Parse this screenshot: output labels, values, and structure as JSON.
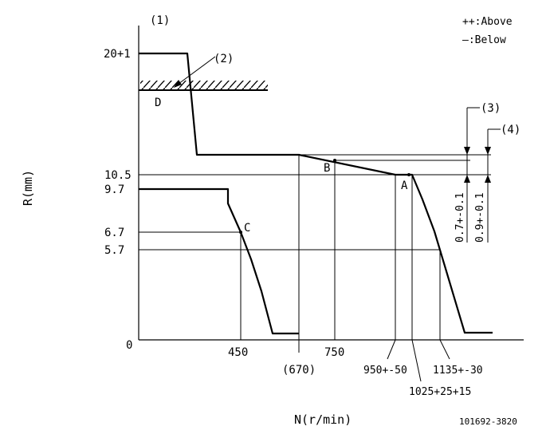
{
  "diagram": {
    "ref_1": "(1)",
    "ref_2": "(2)",
    "ref_3": "(3)",
    "ref_4": "(4)",
    "legend_above": "++:Above",
    "legend_below": "—:Below",
    "y_axis_label": "R(mm)",
    "x_axis_label": "N(r/min)",
    "drawing_number": "101692-3820",
    "y_ticks": [
      "20+1",
      "10.5",
      "9.7",
      "6.7",
      "5.7",
      "0"
    ],
    "x_ticks": [
      "450",
      "(670)",
      "750",
      "950+-50",
      "1025+25+15",
      "1135+-30"
    ],
    "point_a": "A",
    "point_b": "B",
    "point_c": "C",
    "point_d": "D",
    "dim_3": "0.7+-0.1",
    "dim_4": "0.9+-0.1"
  }
}
